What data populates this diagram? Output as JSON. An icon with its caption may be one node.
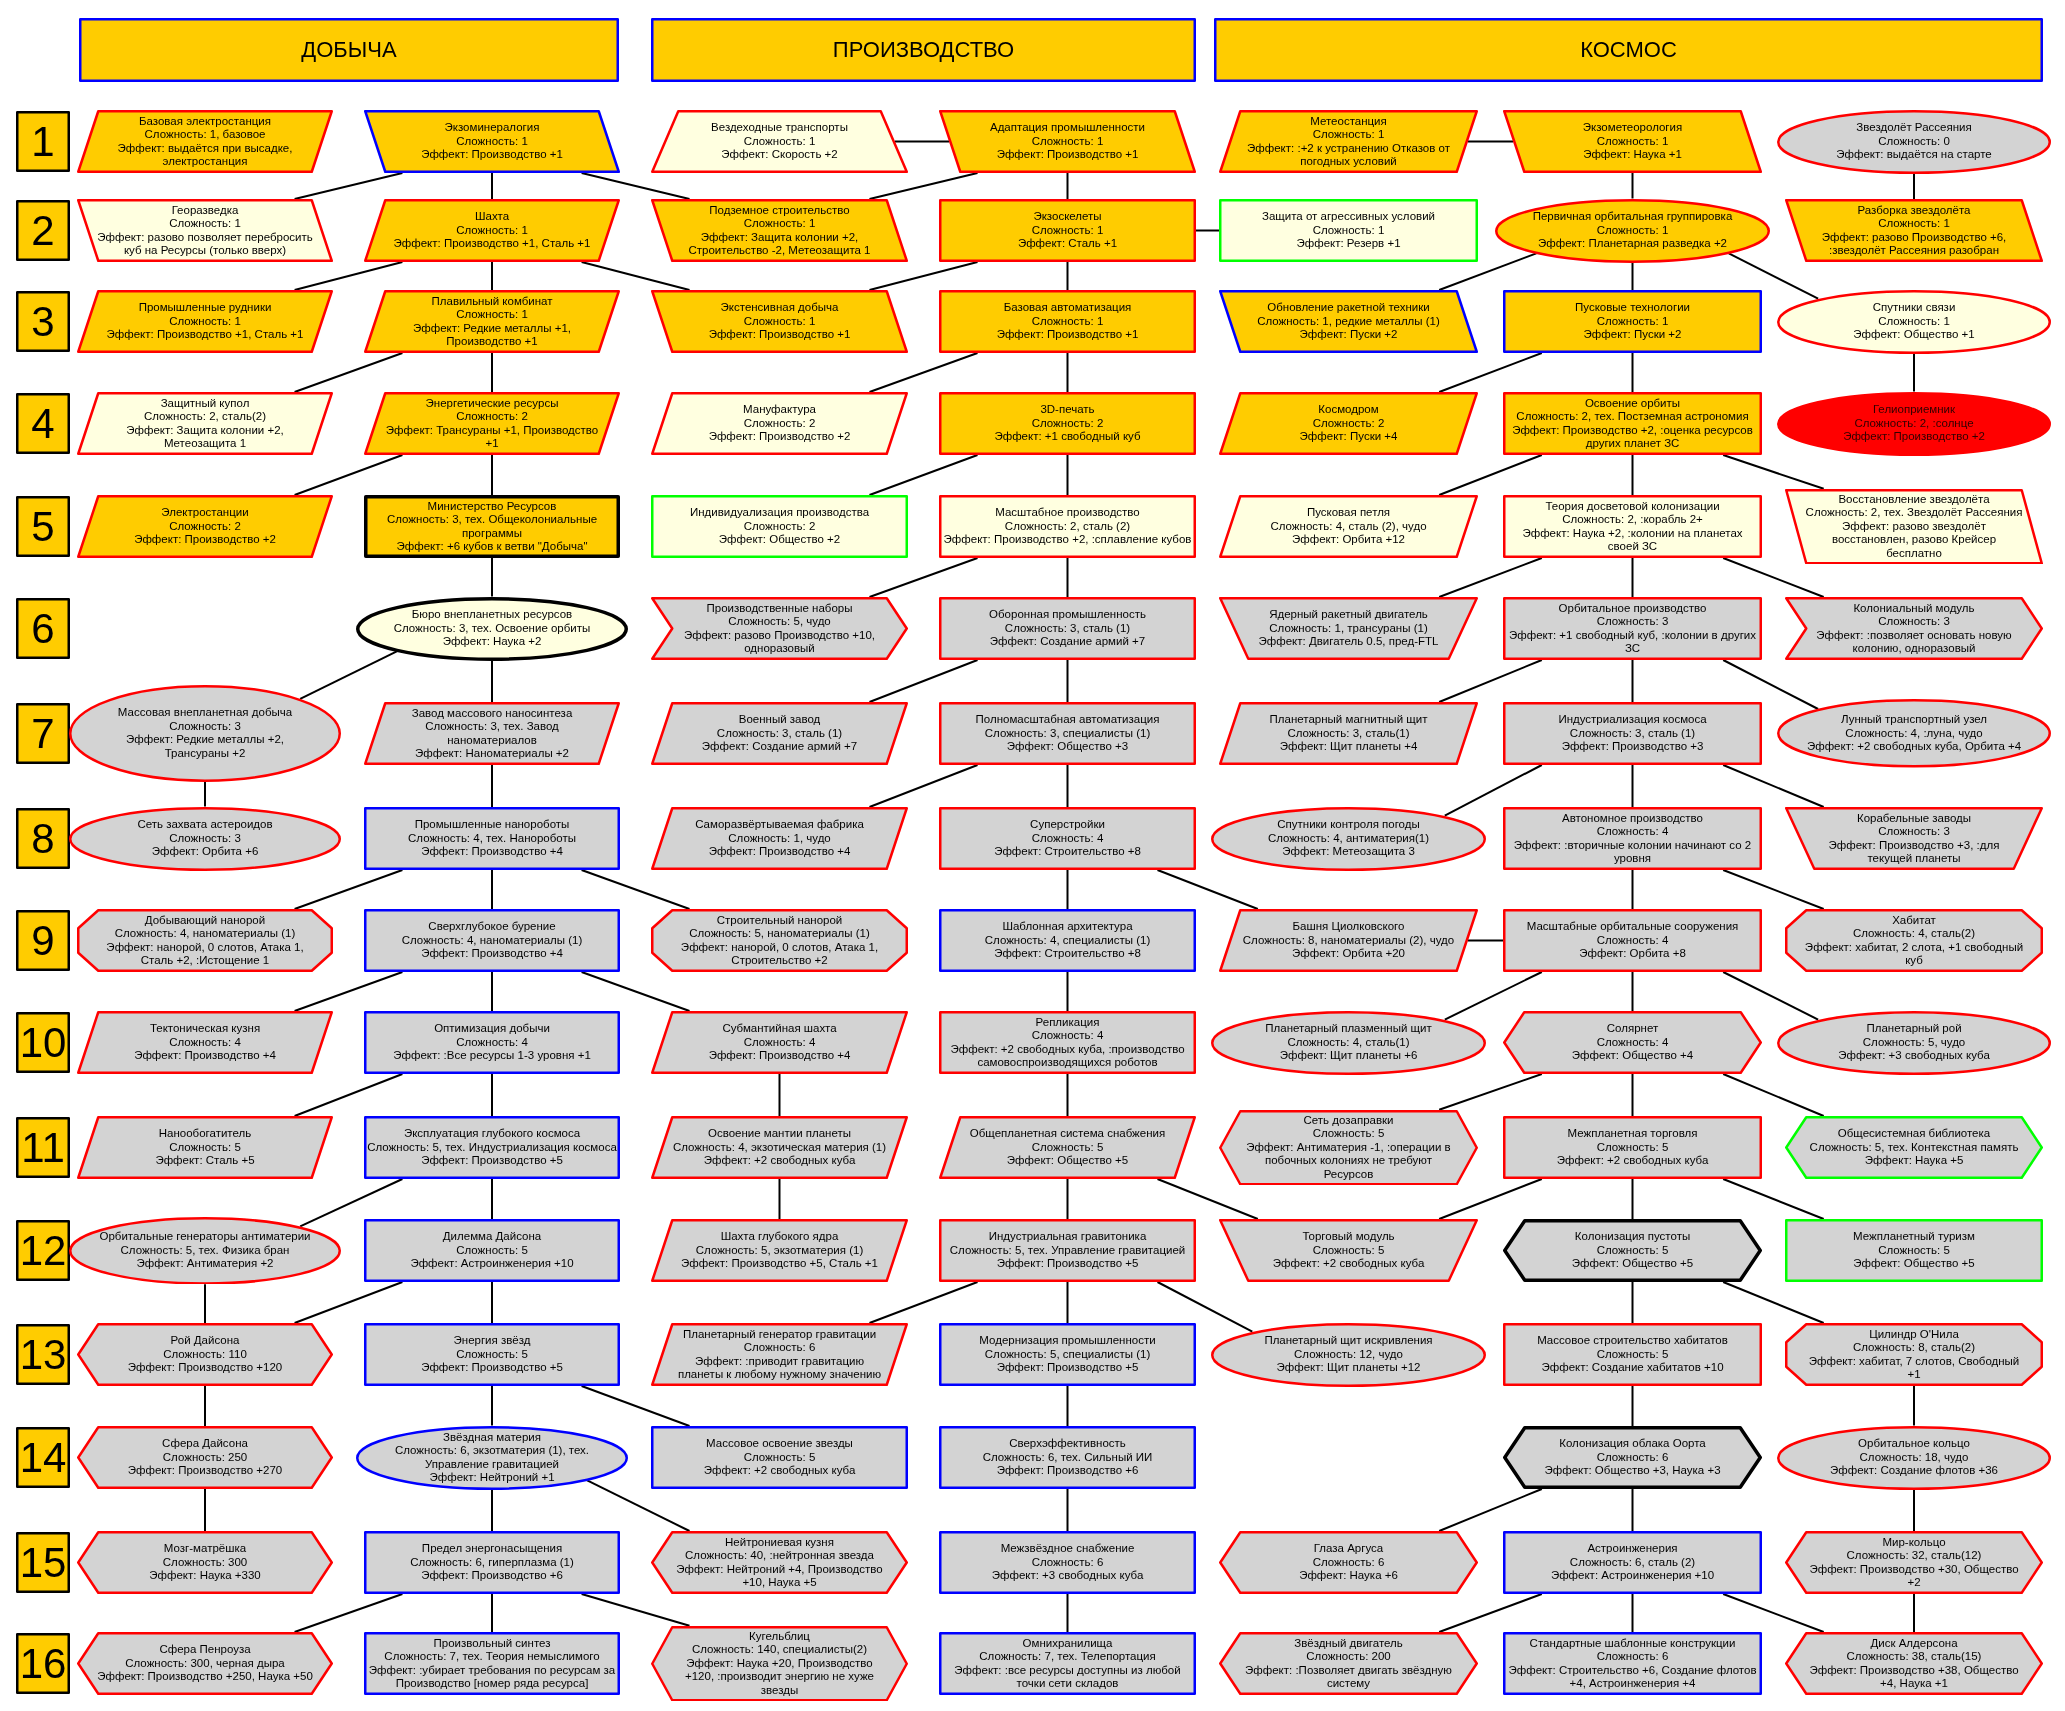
{
  "diagram": {
    "nodes": [
      {
        "text": [
          "ДОБЫЧА"
        ]
      },
      {
        "text": [
          "ПРОИЗВОДСТВО"
        ]
      },
      {
        "text": [
          "КОСМОС"
        ]
      },
      {
        "text": [
          "1"
        ]
      },
      {
        "text": [
          "Базовая электростанция",
          "Сложность: 1, базовое",
          "Эффект: выдаётся при высадке, электростанция"
        ]
      },
      {
        "text": [
          "Экзоминералогия",
          "Сложность: 1",
          "Эффект: Производство +1"
        ]
      },
      {
        "text": [
          "Вездеходные транспорты",
          "Сложность: 1",
          "Эффект: Скорость +2"
        ]
      },
      {
        "text": [
          "Адаптация промышленности",
          "Сложность: 1",
          "Эффект: Производство +1"
        ]
      },
      {
        "text": [
          "Метеостанция",
          "Сложность: 1",
          "Эффект: :+2 к устранению Отказов от погодных условий"
        ]
      },
      {
        "text": [
          "Экзометеорология",
          "Сложность: 1",
          "Эффект: Наука +1"
        ]
      },
      {
        "text": [
          "Звездолёт Рассеяния",
          "Сложность: 0",
          "Эффект: выдаётся на старте"
        ]
      },
      {
        "text": [
          "2"
        ]
      },
      {
        "text": [
          "Георазведка",
          "Сложность: 1",
          "Эффект: разово позволяет перебросить куб на Ресурсы (только вверх)"
        ]
      },
      {
        "text": [
          "Шахта",
          "Сложность: 1",
          "Эффект: Производство +1, Сталь +1"
        ]
      },
      {
        "text": [
          "Подземное строительство",
          "Сложность: 1",
          "Эффект: Защита колонии +2, Строительство -2, Метеозащита 1"
        ]
      },
      {
        "text": [
          "Экзоскелеты",
          "Сложность: 1",
          "Эффект: Сталь +1"
        ]
      },
      {
        "text": [
          "Защита от агрессивных условий",
          "Сложность: 1",
          "Эффект: Резерв +1"
        ]
      },
      {
        "text": [
          "Первичная орбитальная группировка",
          "Сложность: 1",
          "Эффект: Планетарная разведка +2"
        ]
      },
      {
        "text": [
          "Разборка звездолёта",
          "Сложность: 1",
          "Эффект: разово Производство +6, :звездолёт Рассеяния разобран"
        ]
      },
      {
        "text": [
          "3"
        ]
      },
      {
        "text": [
          "Промышленные рудники",
          "Сложность: 1",
          "Эффект: Производство +1, Сталь +1"
        ]
      },
      {
        "text": [
          "Плавильный комбинат",
          "Сложность: 1",
          "Эффект: Редкие металлы +1, Производство +1"
        ]
      },
      {
        "text": [
          "Экстенсивная добыча",
          "Сложность: 1",
          "Эффект: Производство +1"
        ]
      },
      {
        "text": [
          "Базовая автоматизация",
          "Сложность: 1",
          "Эффект: Производство +1"
        ]
      },
      {
        "text": [
          "Обновление ракетной техники",
          "Сложность: 1, редкие металлы (1)",
          "Эффект: Пуски +2"
        ]
      },
      {
        "text": [
          "Пусковые технологии",
          "Сложность: 1",
          "Эффект: Пуски +2"
        ]
      },
      {
        "text": [
          "Спутники связи",
          "Сложность: 1",
          "Эффект: Общество +1"
        ]
      },
      {
        "text": [
          "4"
        ]
      },
      {
        "text": [
          "Защитный купол",
          "Сложность: 2, сталь(2)",
          "Эффект: Защита колонии +2, Метеозащита 1"
        ]
      },
      {
        "text": [
          "Энергетические ресурсы",
          "Сложность: 2",
          "Эффект: Трансураны +1, Производство +1"
        ]
      },
      {
        "text": [
          "Мануфактура",
          "Сложность: 2",
          "Эффект: Производство +2"
        ]
      },
      {
        "text": [
          "3D-печать",
          "Сложность: 2",
          "Эффект: +1 свободный куб"
        ]
      },
      {
        "text": [
          "Космодром",
          "Сложность: 2",
          "Эффект: Пуски +4"
        ]
      },
      {
        "text": [
          "Освоение орбиты",
          "Сложность: 2, тех. Постземная астрономия",
          "Эффект: Производство +2, :оценка ресурсов других планет ЗС"
        ]
      },
      {
        "text": [
          "Гелиоприемник",
          "Сложность: 2, :солнце",
          "Эффект: Производство +2"
        ]
      },
      {
        "text": [
          "5"
        ]
      },
      {
        "text": [
          "Электростанции",
          "Сложность: 2",
          "Эффект: Производство +2"
        ]
      },
      {
        "text": [
          "Министерство Ресурсов",
          "Сложность: 3, тех. Общеколониальные программы",
          "Эффект: +6 кубов к ветви \"Добыча\""
        ]
      },
      {
        "text": [
          "Индивидуализация производства",
          "Сложность: 2",
          "Эффект: Общество +2"
        ]
      },
      {
        "text": [
          "Масштабное производство",
          "Сложность: 2, сталь (2)",
          "Эффект: Производство +2, :сплавление кубов"
        ]
      },
      {
        "text": [
          "Пусковая петля",
          "Сложность: 4, сталь (2), чудо",
          "Эффект: Орбита +12"
        ]
      },
      {
        "text": [
          "Теория досветовой колонизации",
          "Сложность: 2, :корабль 2+",
          "Эффект: Наука +2, :колонии на планетах своей ЗС"
        ]
      },
      {
        "text": [
          "Восстановление звездолёта",
          "Сложность: 2, тех. Звездолёт Рассеяния",
          "Эффект: разово звездолёт восстановлен, разово Крейсер бесплатно"
        ]
      },
      {
        "text": [
          "6"
        ]
      },
      {
        "text": [
          "Бюро внепланетных ресурсов",
          "Сложность: 3, тех. Освоение орбиты",
          "Эффект: Наука +2"
        ]
      },
      {
        "text": [
          "Производственные наборы",
          "Сложность: 5, чудо",
          "Эффект: разово Производство +10, одноразовый"
        ]
      },
      {
        "text": [
          "Оборонная промышленность",
          "Сложность: 3, сталь (1)",
          "Эффект: Создание армий +7"
        ]
      },
      {
        "text": [
          "Ядерный ракетный двигатель",
          "Сложность: 1, трансураны (1)",
          "Эффект: Двигатель 0.5, пред-FTL"
        ]
      },
      {
        "text": [
          "Орбитальное производство",
          "Сложность: 3",
          "Эффект: +1 свободный куб, :колонии в других ЗС"
        ]
      },
      {
        "text": [
          "Колониальный модуль",
          "Сложность: 3",
          "Эффект: :позволяет основать новую колонию, одноразовый"
        ]
      },
      {
        "text": [
          "7"
        ]
      },
      {
        "text": [
          "Массовая внепланетная добыча",
          "Сложность: 3",
          "Эффект: Редкие металлы +2, Трансураны +2"
        ]
      },
      {
        "text": [
          "Завод массового наносинтеза",
          "Сложность: 3, тех. Завод наноматериалов",
          "Эффект: Наноматериалы +2"
        ]
      },
      {
        "text": [
          "Военный завод",
          "Сложность: 3, сталь (1)",
          "Эффект: Создание армий +7"
        ]
      },
      {
        "text": [
          "Полномасштабная автоматизация",
          "Сложность: 3, специалисты (1)",
          "Эффект: Общество +3"
        ]
      },
      {
        "text": [
          "Планетарный магнитный щит",
          "Сложность: 3, сталь(1)",
          "Эффект: Щит планеты +4"
        ]
      },
      {
        "text": [
          "Индустриализация космоса",
          "Сложность: 3, сталь (1)",
          "Эффект: Производство +3"
        ]
      },
      {
        "text": [
          "Лунный транспортный узел",
          "Сложность: 4, :луна, чудо",
          "Эффект: +2 свободных куба, Орбита +4"
        ]
      },
      {
        "text": [
          "8"
        ]
      },
      {
        "text": [
          "Сеть захвата астероидов",
          "Сложность: 3",
          "Эффект: Орбита +6"
        ]
      },
      {
        "text": [
          "Промышленные нанороботы",
          "Сложность: 4, тех. Нанороботы",
          "Эффект: Производство +4"
        ]
      },
      {
        "text": [
          "Саморазвёртываемая фабрика",
          "Сложность: 1, чудо",
          "Эффект: Производство +4"
        ]
      },
      {
        "text": [
          "Суперстройки",
          "Сложность: 4",
          "Эффект: Строительство +8"
        ]
      },
      {
        "text": [
          "Спутники контроля погоды",
          "Сложность: 4, антиматерия(1)",
          "Эффект: Метеозащита 3"
        ]
      },
      {
        "text": [
          "Автономное производство",
          "Сложность: 4",
          "Эффект: :вторичные колонии начинают со 2 уровня"
        ]
      },
      {
        "text": [
          "Корабельные заводы",
          "Сложность: 3",
          "Эффект: Производство +3, :для текущей планеты"
        ]
      },
      {
        "text": [
          "9"
        ]
      },
      {
        "text": [
          "Добывающий нанорой",
          "Сложность: 4, наноматериалы (1)",
          "Эффект: нанорой, 0 слотов, Атака 1, Сталь +2, :Истощение 1"
        ]
      },
      {
        "text": [
          "Сверхглубокое бурение",
          "Сложность: 4, наноматериалы (1)",
          "Эффект: Производство +4"
        ]
      },
      {
        "text": [
          "Строительный нанорой",
          "Сложность: 5, наноматериалы (1)",
          "Эффект: нанорой, 0 слотов, Атака 1, Строительство +2"
        ]
      },
      {
        "text": [
          "Шаблонная архитектура",
          "Сложность: 4, специалисты (1)",
          "Эффект: Строительство +8"
        ]
      },
      {
        "text": [
          "Башня Циолковского",
          "Сложность: 8, наноматериалы (2), чудо",
          "Эффект: Орбита +20"
        ]
      },
      {
        "text": [
          "Масштабные орбитальные сооружения",
          "Сложность: 4",
          "Эффект: Орбита +8"
        ]
      },
      {
        "text": [
          "Хабитат",
          "Сложность: 4, сталь(2)",
          "Эффект: хабитат, 2 слота, +1 свободный куб"
        ]
      },
      {
        "text": [
          "10"
        ]
      },
      {
        "text": [
          "Тектоническая кузня",
          "Сложность: 4",
          "Эффект: Производство +4"
        ]
      },
      {
        "text": [
          "Оптимизация добычи",
          "Сложность: 4",
          "Эффект: :Все ресурсы 1-3 уровня +1"
        ]
      },
      {
        "text": [
          "Субмантийная шахта",
          "Сложность: 4",
          "Эффект: Производство +4"
        ]
      },
      {
        "text": [
          "Репликация",
          "Сложность: 4",
          "Эффект: +2 свободных куба, :производство самовоспроизводящихся роботов"
        ]
      },
      {
        "text": [
          "Планетарный плазменный щит",
          "Сложность: 4, сталь(1)",
          "Эффект: Щит планеты +6"
        ]
      },
      {
        "text": [
          "Солярнет",
          "Сложность: 4",
          "Эффект: Общество +4"
        ]
      },
      {
        "text": [
          "Планетарный рой",
          "Сложность: 5, чудо",
          "Эффект: +3 свободных куба"
        ]
      },
      {
        "text": [
          "11"
        ]
      },
      {
        "text": [
          "Нанообогатитель",
          "Сложность: 5",
          "Эффект: Сталь +5"
        ]
      },
      {
        "text": [
          "Эксплуатация глубокого космоса",
          "Сложность: 5, тех. Индустриализация космоса",
          "Эффект: Производство +5"
        ]
      },
      {
        "text": [
          "Освоение мантии планеты",
          "Сложность: 4, экзотическая материя (1)",
          "Эффект: +2 свободных куба"
        ]
      },
      {
        "text": [
          "Общепланетная система снабжения",
          "Сложность: 5",
          "Эффект: Общество +5"
        ]
      },
      {
        "text": [
          "Сеть дозаправки",
          "Сложность: 5",
          "Эффект: Антиматерия -1, :операции в побочных колониях не требуют Ресурсов"
        ]
      },
      {
        "text": [
          "Межпланетная торговля",
          "Сложность: 5",
          "Эффект: +2 свободных куба"
        ]
      },
      {
        "text": [
          "Общесистемная библиотека",
          "Сложность: 5, тех. Контекстная память",
          "Эффект: Наука +5"
        ]
      },
      {
        "text": [
          "12"
        ]
      },
      {
        "text": [
          "Орбитальные генераторы антиматерии",
          "Сложность: 5, тех. Физика бран",
          "Эффект: Антиматерия +2"
        ]
      },
      {
        "text": [
          "Дилемма Дайсона",
          "Сложность: 5",
          "Эффект: Астроинженерия +10"
        ]
      },
      {
        "text": [
          "Шахта глубокого ядра",
          "Сложность: 5, экзотматерия (1)",
          "Эффект: Производство +5, Сталь +1"
        ]
      },
      {
        "text": [
          "Индустриальная гравитоника",
          "Сложность: 5, тех. Управление гравитацией",
          "Эффект: Производство +5"
        ]
      },
      {
        "text": [
          "Торговый модуль",
          "Сложность: 5",
          "Эффект: +2 свободных куба"
        ]
      },
      {
        "text": [
          "Колонизация пустоты",
          "Сложность: 5",
          "Эффект: Общество +5"
        ]
      },
      {
        "text": [
          "Межпланетный туризм",
          "Сложность: 5",
          "Эффект: Общество +5"
        ]
      },
      {
        "text": [
          "13"
        ]
      },
      {
        "text": [
          "Рой Дайсона",
          "Сложность: 110",
          "Эффект: Производство +120"
        ]
      },
      {
        "text": [
          "Энергия звёзд",
          "Сложность: 5",
          "Эффект: Производство +5"
        ]
      },
      {
        "text": [
          "Планетарный генератор гравитации",
          "Сложность: 6",
          "Эффект: :приводит гравитацию планеты к любому нужному значению"
        ]
      },
      {
        "text": [
          "Модернизация промышленности",
          "Сложность: 5, специалисты (1)",
          "Эффект: Производство +5"
        ]
      },
      {
        "text": [
          "Планетарный щит искривления",
          "Сложность: 12, чудо",
          "Эффект: Щит планеты +12"
        ]
      },
      {
        "text": [
          "Массовое строительство хабитатов",
          "Сложность: 5",
          "Эффект: Создание хабитатов +10"
        ]
      },
      {
        "text": [
          "Цилиндр О'Нила",
          "Сложность: 8, сталь(2)",
          "Эффект: хабитат, 7 слотов, Свободный +1"
        ]
      },
      {
        "text": [
          "14"
        ]
      },
      {
        "text": [
          "Сфера Дайсона",
          "Сложность: 250",
          "Эффект: Производство +270"
        ]
      },
      {
        "text": [
          "Звёздная материя",
          "Сложность: 6, экзотматерия (1), тех. Управление гравитацией",
          "Эффект: Нейтроний +1"
        ]
      },
      {
        "text": [
          "Массовое освоение звезды",
          "Сложность: 5",
          "Эффект: +2 свободных куба"
        ]
      },
      {
        "text": [
          "Сверхэффективность",
          "Сложность: 6, тех. Сильный ИИ",
          "Эффект: Производство +6"
        ]
      },
      {
        "text": [
          "Колонизация облака Оорта",
          "Сложность: 6",
          "Эффект: Общество +3, Наука +3"
        ]
      },
      {
        "text": [
          "Орбитальное кольцо",
          "Сложность: 18, чудо",
          "Эффект: Создание флотов +36"
        ]
      },
      {
        "text": [
          "15"
        ]
      },
      {
        "text": [
          "Мозг-матрёшка",
          "Сложность: 300",
          "Эффект: Наука +330"
        ]
      },
      {
        "text": [
          "Предел энергонасыщения",
          "Сложность: 6, гиперплазма (1)",
          "Эффект: Производство +6"
        ]
      },
      {
        "text": [
          "Нейтрониевая кузня",
          "Сложность: 40, :нейтронная звезда",
          "Эффект: Нейтроний +4, Производство +10, Наука +5"
        ]
      },
      {
        "text": [
          "Межзвёздное снабжение",
          "Сложность: 6",
          "Эффект: +3 свободных куба"
        ]
      },
      {
        "text": [
          "Глаза Аргуса",
          "Сложность: 6",
          "Эффект: Наука +6"
        ]
      },
      {
        "text": [
          "Астроинженерия",
          "Сложность: 6, сталь (2)",
          "Эффект: Астроинженерия +10"
        ]
      },
      {
        "text": [
          "Мир-кольцо",
          "Сложность: 32, сталь(12)",
          "Эффект: Производство +30, Общество +2"
        ]
      },
      {
        "text": [
          "16"
        ]
      },
      {
        "text": [
          "Сфера Пенроуза",
          "Сложность: 300, черная дыра",
          "Эффект: Производство +250, Наука +50"
        ]
      },
      {
        "text": [
          "Произвольный синтез",
          "Сложность: 7, тех. Теория немыслимого",
          "Эффект: :убирает требования по ресурсам за Производство [номер ряда ресурса]"
        ]
      },
      {
        "text": [
          "Кугельблиц",
          "Сложность: 140, специалисты(2)",
          "Эффект: Наука +20, Производство +120, :производит энергию не хуже звезды"
        ]
      },
      {
        "text": [
          "Омнихранилища",
          "Сложность: 7, тех. Телепортация",
          "Эффект: :все ресурсы доступны из любой точки сети складов"
        ]
      },
      {
        "text": [
          "Звёздный двигатель",
          "Сложность: 200",
          "Эффект: :Позволяет двигать звёздную систему"
        ]
      },
      {
        "text": [
          "Стандартные шаблонные конструкции",
          "Сложность: 6",
          "Эффект: Строительство +6, Создание флотов +4, Астроинженерия +4"
        ]
      },
      {
        "text": [
          "Диск Алдерсона",
          "Сложность: 38, сталь(15)",
          "Эффект: Производство +38, Общество +4, Наука +1"
        ]
      }
    ],
    "edges": [
      {
        "from": 5,
        "to": 12,
        "arrow": "none"
      },
      {
        "from": 5,
        "to": 13,
        "arrow": "none"
      },
      {
        "from": 5,
        "to": 14,
        "arrow": "none"
      },
      {
        "from": 13,
        "to": 20,
        "arrow": "none"
      },
      {
        "from": 13,
        "to": 21,
        "arrow": "none"
      },
      {
        "from": 13,
        "to": 22,
        "arrow": "none"
      },
      {
        "from": 21,
        "to": 28,
        "arrow": "none"
      },
      {
        "from": 21,
        "to": 29,
        "arrow": "none"
      },
      {
        "from": 29,
        "to": 36,
        "arrow": "none"
      },
      {
        "from": 29,
        "to": 37,
        "arrow": "none"
      },
      {
        "from": 37,
        "to": 44,
        "arrow": "none"
      },
      {
        "from": 44,
        "to": 51,
        "arrow": "none"
      },
      {
        "from": 44,
        "to": 52,
        "arrow": "none"
      },
      {
        "from": 51,
        "to": 59,
        "arrow": "none"
      },
      {
        "from": 52,
        "to": 60,
        "arrow": "none"
      },
      {
        "from": 60,
        "to": 67,
        "arrow": "none"
      },
      {
        "from": 60,
        "to": 68,
        "arrow": "none"
      },
      {
        "from": 60,
        "to": 69,
        "arrow": "none"
      },
      {
        "from": 68,
        "to": 75,
        "arrow": "none"
      },
      {
        "from": 68,
        "to": 76,
        "arrow": "none"
      },
      {
        "from": 68,
        "to": 77,
        "arrow": "none"
      },
      {
        "from": 76,
        "to": 83,
        "arrow": "none"
      },
      {
        "from": 76,
        "to": 84,
        "arrow": "none"
      },
      {
        "from": 84,
        "to": 91,
        "arrow": "none"
      },
      {
        "from": 84,
        "to": 92,
        "arrow": "none"
      },
      {
        "from": 91,
        "to": 99,
        "arrow": "none"
      },
      {
        "from": 92,
        "to": 99,
        "arrow": "none"
      },
      {
        "from": 92,
        "to": 100,
        "arrow": "none"
      },
      {
        "from": 99,
        "to": 107,
        "arrow": "none"
      },
      {
        "from": 100,
        "to": 108,
        "arrow": "none"
      },
      {
        "from": 100,
        "to": 109,
        "arrow": "none"
      },
      {
        "from": 107,
        "to": 114,
        "arrow": "none"
      },
      {
        "from": 108,
        "to": 115,
        "arrow": "none"
      },
      {
        "from": 108,
        "to": 116,
        "arrow": "none"
      },
      {
        "from": 115,
        "to": 122,
        "arrow": "none"
      },
      {
        "from": 115,
        "to": 123,
        "arrow": "none"
      },
      {
        "from": 115,
        "to": 124,
        "arrow": "none"
      },
      {
        "from": 7,
        "to": 6,
        "arrow": "none"
      },
      {
        "from": 7,
        "to": 14,
        "arrow": "none"
      },
      {
        "from": 7,
        "to": 15,
        "arrow": "none"
      },
      {
        "from": 15,
        "to": 16,
        "arrow": "none"
      },
      {
        "from": 15,
        "to": 22,
        "arrow": "none"
      },
      {
        "from": 15,
        "to": 23,
        "arrow": "none"
      },
      {
        "from": 23,
        "to": 30,
        "arrow": "none"
      },
      {
        "from": 23,
        "to": 31,
        "arrow": "none"
      },
      {
        "from": 31,
        "to": 38,
        "arrow": "none"
      },
      {
        "from": 31,
        "to": 39,
        "arrow": "none"
      },
      {
        "from": 39,
        "to": 45,
        "arrow": "none"
      },
      {
        "from": 39,
        "to": 46,
        "arrow": "none"
      },
      {
        "from": 46,
        "to": 53,
        "arrow": "none"
      },
      {
        "from": 46,
        "to": 54,
        "arrow": "none"
      },
      {
        "from": 54,
        "to": 61,
        "arrow": "none"
      },
      {
        "from": 54,
        "to": 62,
        "arrow": "none"
      },
      {
        "from": 62,
        "to": 70,
        "arrow": "none"
      },
      {
        "from": 62,
        "to": 71,
        "arrow": "none"
      },
      {
        "from": 77,
        "to": 85,
        "arrow": "none"
      },
      {
        "from": 85,
        "to": 93,
        "arrow": "none"
      },
      {
        "from": 70,
        "to": 78,
        "arrow": "none"
      },
      {
        "from": 78,
        "to": 86,
        "arrow": "none"
      },
      {
        "from": 86,
        "to": 94,
        "arrow": "none"
      },
      {
        "from": 86,
        "to": 95,
        "arrow": "none"
      },
      {
        "from": 94,
        "to": 101,
        "arrow": "none"
      },
      {
        "from": 94,
        "to": 102,
        "arrow": "none"
      },
      {
        "from": 94,
        "to": 103,
        "arrow": "none"
      },
      {
        "from": 102,
        "to": 110,
        "arrow": "none"
      },
      {
        "from": 110,
        "to": 117,
        "arrow": "none"
      },
      {
        "from": 117,
        "to": 125,
        "arrow": "none"
      },
      {
        "from": 9,
        "to": 8,
        "arrow": "none"
      },
      {
        "from": 9,
        "to": 17,
        "arrow": "none"
      },
      {
        "from": 10,
        "to": 18,
        "arrow": "none"
      },
      {
        "from": 17,
        "to": 24,
        "arrow": "none"
      },
      {
        "from": 17,
        "to": 25,
        "arrow": "none"
      },
      {
        "from": 17,
        "to": 26,
        "arrow": "none"
      },
      {
        "from": 26,
        "to": 34,
        "arrow": "none"
      },
      {
        "from": 25,
        "to": 32,
        "arrow": "none"
      },
      {
        "from": 25,
        "to": 33,
        "arrow": "none"
      },
      {
        "from": 33,
        "to": 40,
        "arrow": "none"
      },
      {
        "from": 33,
        "to": 41,
        "arrow": "none"
      },
      {
        "from": 33,
        "to": 42,
        "arrow": "none"
      },
      {
        "from": 41,
        "to": 47,
        "arrow": "none"
      },
      {
        "from": 41,
        "to": 48,
        "arrow": "none"
      },
      {
        "from": 41,
        "to": 49,
        "arrow": "none"
      },
      {
        "from": 48,
        "to": 55,
        "arrow": "none"
      },
      {
        "from": 48,
        "to": 56,
        "arrow": "none"
      },
      {
        "from": 48,
        "to": 57,
        "arrow": "none"
      },
      {
        "from": 56,
        "to": 63,
        "arrow": "none"
      },
      {
        "from": 56,
        "to": 64,
        "arrow": "none"
      },
      {
        "from": 56,
        "to": 65,
        "arrow": "none"
      },
      {
        "from": 64,
        "to": 72,
        "arrow": "none"
      },
      {
        "from": 64,
        "to": 73,
        "arrow": "none"
      },
      {
        "from": 72,
        "to": 71,
        "arrow": "none"
      },
      {
        "from": 72,
        "to": 79,
        "arrow": "none"
      },
      {
        "from": 72,
        "to": 80,
        "arrow": "none"
      },
      {
        "from": 72,
        "to": 81,
        "arrow": "none"
      },
      {
        "from": 80,
        "to": 87,
        "arrow": "none"
      },
      {
        "from": 80,
        "to": 88,
        "arrow": "none"
      },
      {
        "from": 80,
        "to": 89,
        "arrow": "none"
      },
      {
        "from": 88,
        "to": 95,
        "arrow": "none"
      },
      {
        "from": 88,
        "to": 96,
        "arrow": "none"
      },
      {
        "from": 88,
        "to": 97,
        "arrow": "none"
      },
      {
        "from": 96,
        "to": 104,
        "arrow": "none"
      },
      {
        "from": 96,
        "to": 105,
        "arrow": "none"
      },
      {
        "from": 104,
        "to": 111,
        "arrow": "none"
      },
      {
        "from": 105,
        "to": 112,
        "arrow": "none"
      },
      {
        "from": 112,
        "to": 120,
        "arrow": "none"
      },
      {
        "from": 120,
        "to": 128,
        "arrow": "none"
      },
      {
        "from": 111,
        "to": 118,
        "arrow": "none"
      },
      {
        "from": 111,
        "to": 119,
        "arrow": "none"
      },
      {
        "from": 119,
        "to": 126,
        "arrow": "none"
      },
      {
        "from": 119,
        "to": 127,
        "arrow": "none"
      },
      {
        "from": 119,
        "to": 128,
        "arrow": "none"
      }
    ]
  }
}
